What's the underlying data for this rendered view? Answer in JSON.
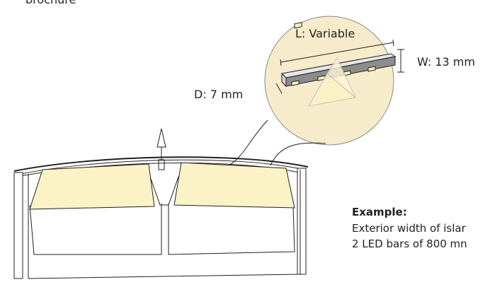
{
  "top_caption": "brochure",
  "dimensions": {
    "length": "L: Variable",
    "width": "W: 13 mm",
    "depth": "D: 7 mm"
  },
  "example": {
    "title": "Example:",
    "line1": "Exterior width of islar",
    "line2": "2 LED bars of 800 mn"
  },
  "colors": {
    "light": "#fbf3c6",
    "magnifier": "#f6eccb",
    "stroke": "#231f20"
  }
}
